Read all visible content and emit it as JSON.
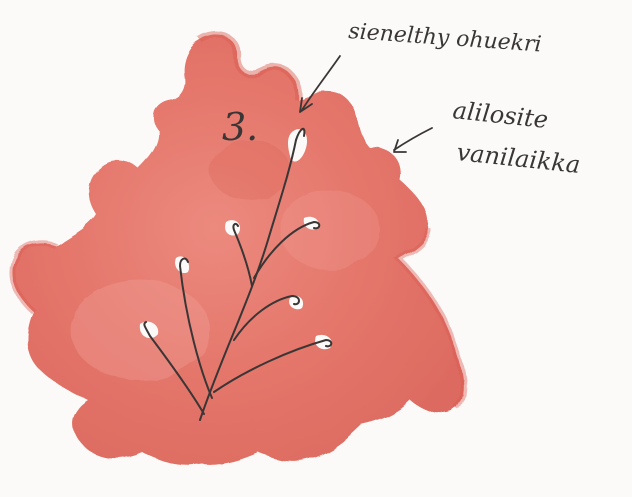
{
  "illustration": {
    "number_label": "3.",
    "annotation_1": "sienelthy ohuekri",
    "annotation_2_line1": "alilosite",
    "annotation_2_line2": "vanilaikka",
    "colors": {
      "wash": "#e8786c",
      "wash_light": "#f2a49a",
      "wash_dark": "#d95b50",
      "ink": "#3a3636",
      "paper": "#fbfaf8"
    }
  }
}
